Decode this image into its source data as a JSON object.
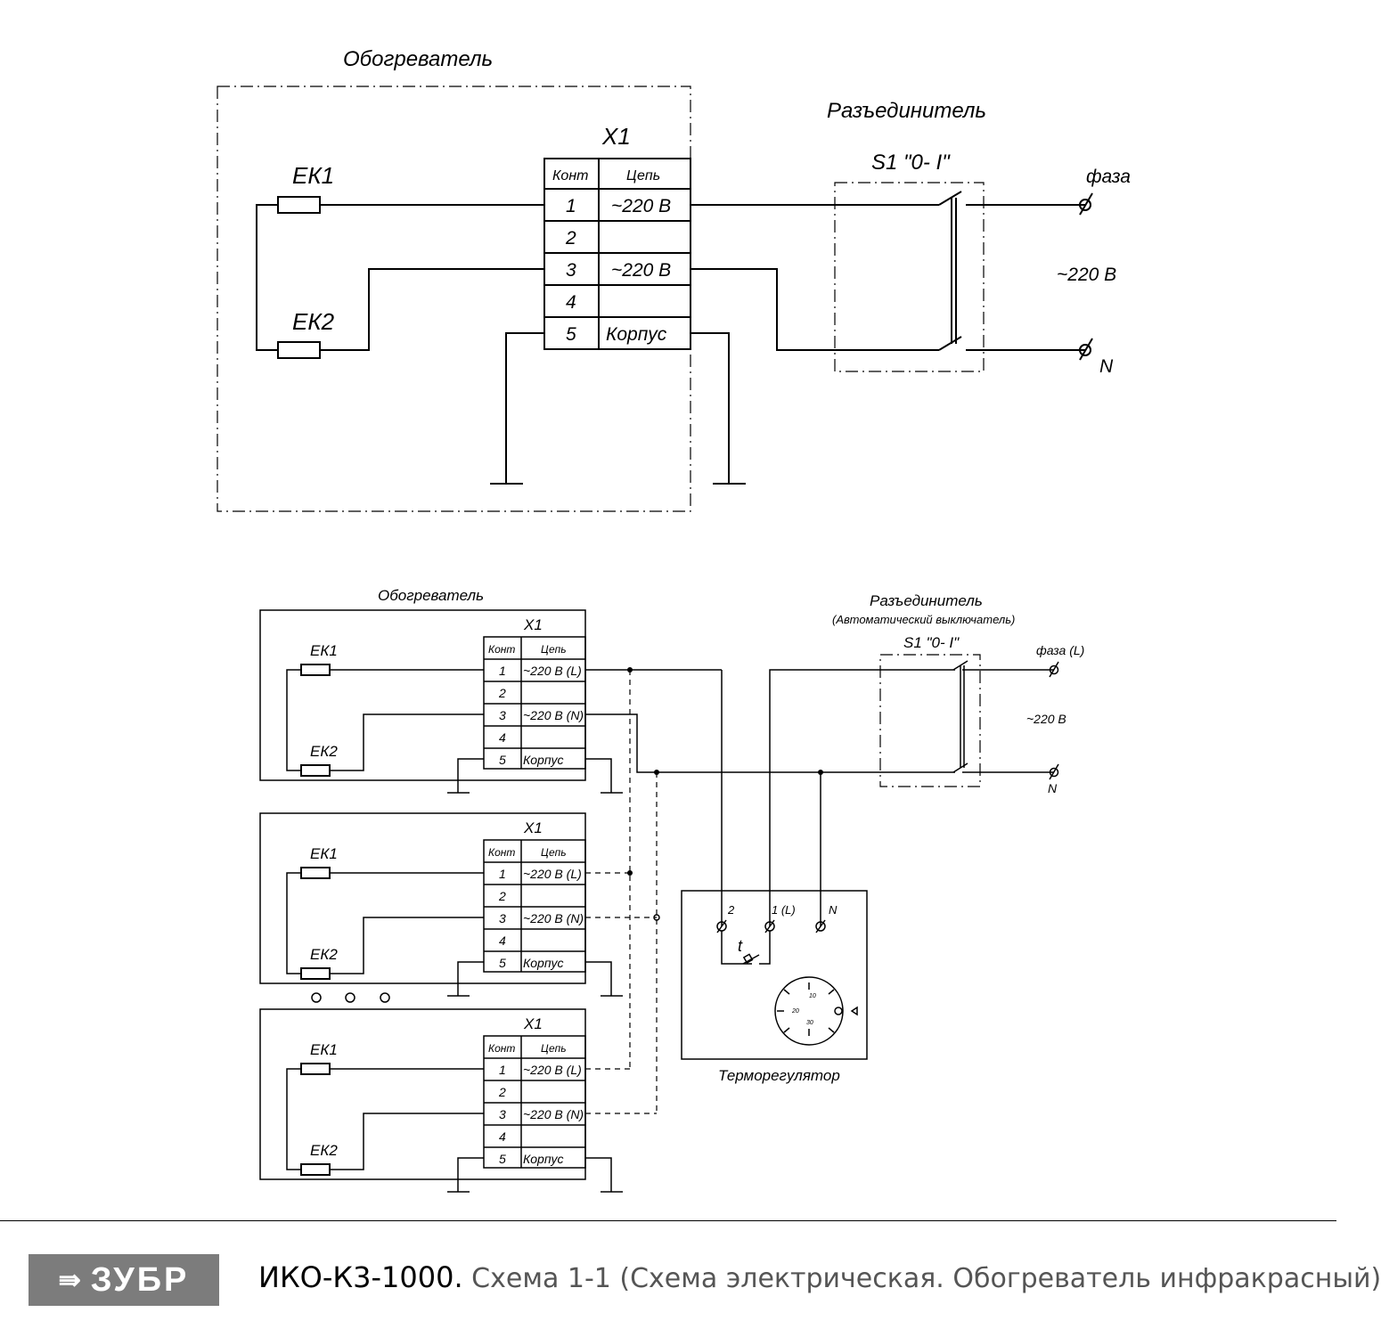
{
  "diagram1": {
    "heater_label": "Обогреватель",
    "switch_label": "Разъединитель",
    "switch_name": "S1 \"0- I\"",
    "terminal_name": "X1",
    "element1": "ЕК1",
    "element2": "ЕК2",
    "col_contact": "Конт",
    "col_circuit": "Цепь",
    "rows": [
      {
        "n": "1",
        "c": "~220 В"
      },
      {
        "n": "2",
        "c": ""
      },
      {
        "n": "3",
        "c": "~220 В"
      },
      {
        "n": "4",
        "c": ""
      },
      {
        "n": "5",
        "c": "Корпус"
      }
    ],
    "phase_label": "фаза",
    "voltage_label": "~220 В",
    "neutral_label": "N"
  },
  "diagram2": {
    "heater_label": "Обогреватель",
    "switch_label": "Разъединитель",
    "switch_sub": "(Автоматический выключатель)",
    "switch_name": "S1 \"0- I\"",
    "terminal_name": "X1",
    "element1": "ЕК1",
    "element2": "ЕК2",
    "col_contact": "Конт",
    "col_circuit": "Цепь",
    "rows": [
      {
        "n": "1",
        "c": "~220 В (L)"
      },
      {
        "n": "2",
        "c": ""
      },
      {
        "n": "3",
        "c": "~220 В (N)"
      },
      {
        "n": "4",
        "c": ""
      },
      {
        "n": "5",
        "c": "Корпус"
      }
    ],
    "phase_label": "фаза (L)",
    "voltage_label": "~220 В",
    "neutral_label": "N",
    "thermo_label": "Терморегулятор",
    "thermo_terminals": [
      "2",
      "1 (L)",
      "N"
    ],
    "thermo_t": "t",
    "dial_marks": [
      "10",
      "20",
      "30"
    ]
  },
  "footer": {
    "logo_text": "ЗУБР",
    "model": "ИКО-К3-1000.",
    "description": " Схема 1-1 (Схема электрическая. Обогреватель инфракрасный)"
  }
}
